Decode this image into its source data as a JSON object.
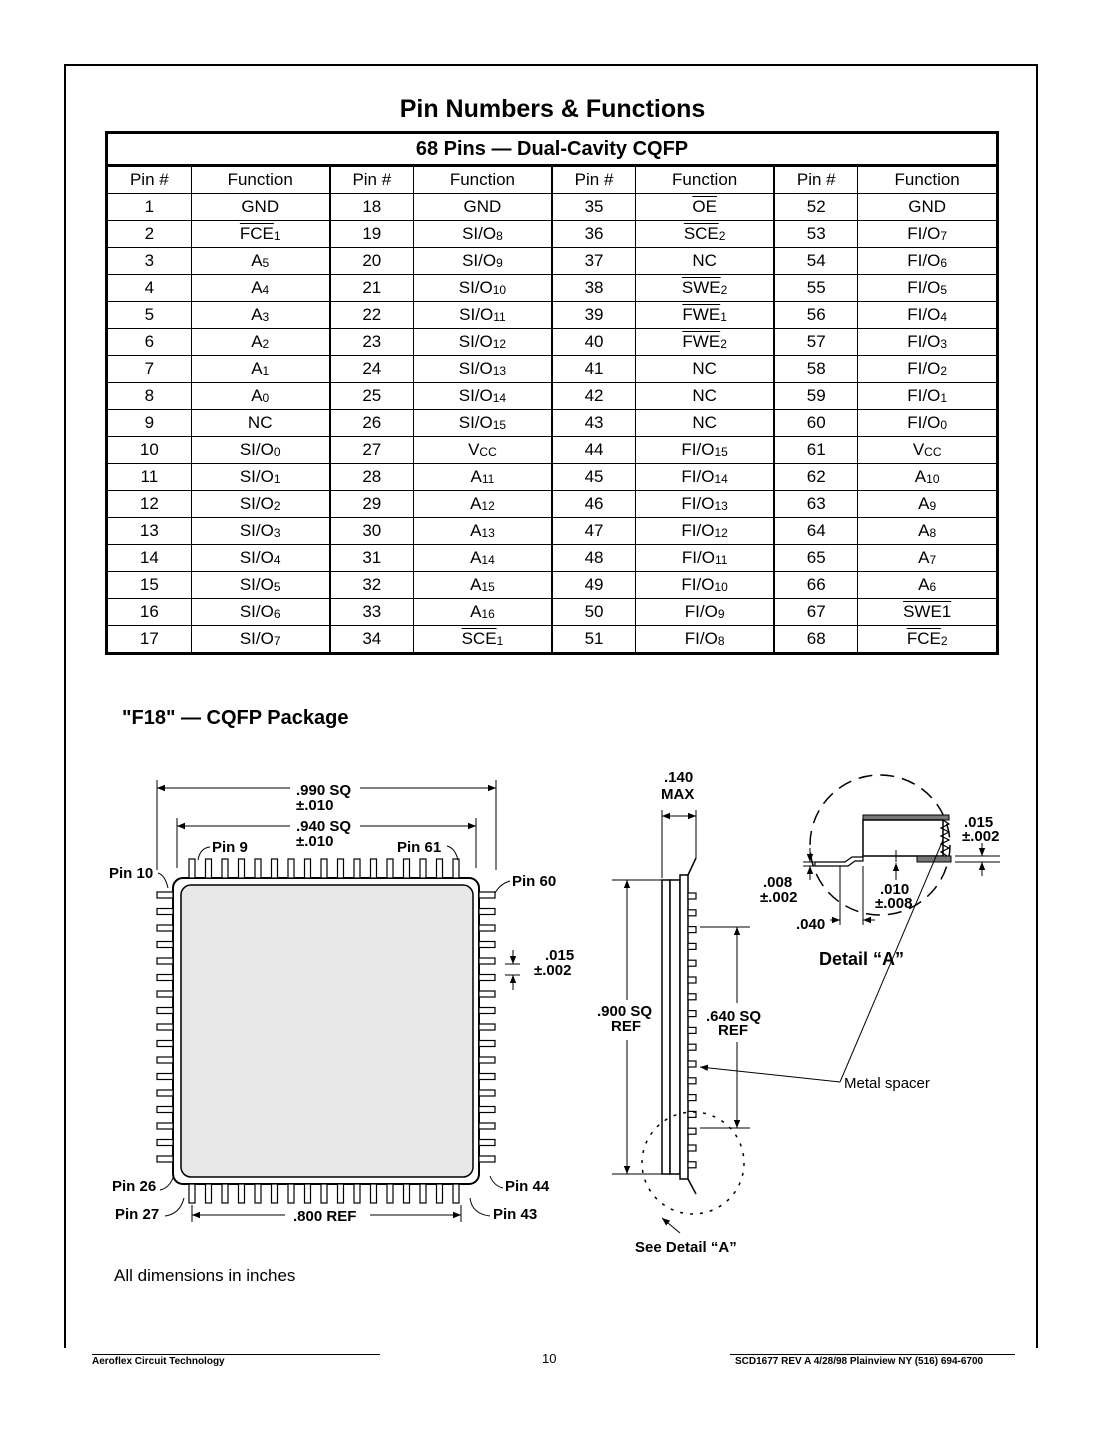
{
  "page_title": "Pin Numbers & Functions",
  "table": {
    "caption": "68 Pins — Dual-Cavity CQFP",
    "headers": [
      "Pin #",
      "Function",
      "Pin #",
      "Function",
      "Pin #",
      "Function",
      "Pin #",
      "Function"
    ],
    "rows": [
      [
        {
          "t": "1"
        },
        {
          "t": "GND"
        },
        {
          "t": "18"
        },
        {
          "t": "GND"
        },
        {
          "t": "35"
        },
        {
          "t": "OE",
          "o": true
        },
        {
          "t": "52"
        },
        {
          "t": "GND"
        }
      ],
      [
        {
          "t": "2"
        },
        {
          "t": "FCE",
          "o": true,
          "s": "1"
        },
        {
          "t": "19"
        },
        {
          "t": "SI/O",
          "s": "8"
        },
        {
          "t": "36"
        },
        {
          "t": "SCE",
          "o": true,
          "s": "2"
        },
        {
          "t": "53"
        },
        {
          "t": "FI/O",
          "s": "7"
        }
      ],
      [
        {
          "t": "3"
        },
        {
          "t": "A",
          "s": "5"
        },
        {
          "t": "20"
        },
        {
          "t": "SI/O",
          "s": "9"
        },
        {
          "t": "37"
        },
        {
          "t": "NC"
        },
        {
          "t": "54"
        },
        {
          "t": "FI/O",
          "s": "6"
        }
      ],
      [
        {
          "t": "4"
        },
        {
          "t": "A",
          "s": "4"
        },
        {
          "t": "21"
        },
        {
          "t": "SI/O",
          "s": "10"
        },
        {
          "t": "38"
        },
        {
          "t": "SWE",
          "o": true,
          "s": "2"
        },
        {
          "t": "55"
        },
        {
          "t": "FI/O",
          "s": "5"
        }
      ],
      [
        {
          "t": "5"
        },
        {
          "t": "A",
          "s": "3"
        },
        {
          "t": "22"
        },
        {
          "t": "SI/O",
          "s": "11"
        },
        {
          "t": "39"
        },
        {
          "t": "FWE",
          "o": true,
          "s": "1"
        },
        {
          "t": "56"
        },
        {
          "t": "FI/O",
          "s": "4"
        }
      ],
      [
        {
          "t": "6"
        },
        {
          "t": "A",
          "s": "2"
        },
        {
          "t": "23"
        },
        {
          "t": "SI/O",
          "s": "12"
        },
        {
          "t": "40"
        },
        {
          "t": "FWE",
          "o": true,
          "s": "2"
        },
        {
          "t": "57"
        },
        {
          "t": "FI/O",
          "s": "3"
        }
      ],
      [
        {
          "t": "7"
        },
        {
          "t": "A",
          "s": "1"
        },
        {
          "t": "24"
        },
        {
          "t": "SI/O",
          "s": "13"
        },
        {
          "t": "41"
        },
        {
          "t": "NC"
        },
        {
          "t": "58"
        },
        {
          "t": "FI/O",
          "s": "2"
        }
      ],
      [
        {
          "t": "8"
        },
        {
          "t": "A",
          "s": "0"
        },
        {
          "t": "25"
        },
        {
          "t": "SI/O",
          "s": "14"
        },
        {
          "t": "42"
        },
        {
          "t": "NC"
        },
        {
          "t": "59"
        },
        {
          "t": "FI/O",
          "s": "1"
        }
      ],
      [
        {
          "t": "9"
        },
        {
          "t": "NC"
        },
        {
          "t": "26"
        },
        {
          "t": "SI/O",
          "s": "15"
        },
        {
          "t": "43"
        },
        {
          "t": "NC"
        },
        {
          "t": "60"
        },
        {
          "t": "FI/O",
          "s": "0"
        }
      ],
      [
        {
          "t": "10"
        },
        {
          "t": "SI/O",
          "s": "0"
        },
        {
          "t": "27"
        },
        {
          "t": "V",
          "s": "CC"
        },
        {
          "t": "44"
        },
        {
          "t": "FI/O",
          "s": "15"
        },
        {
          "t": "61"
        },
        {
          "t": "V",
          "s": "CC"
        }
      ],
      [
        {
          "t": "11"
        },
        {
          "t": "SI/O",
          "s": "1"
        },
        {
          "t": "28"
        },
        {
          "t": "A",
          "s": "11"
        },
        {
          "t": "45"
        },
        {
          "t": "FI/O",
          "s": "14"
        },
        {
          "t": "62"
        },
        {
          "t": "A",
          "s": "10"
        }
      ],
      [
        {
          "t": "12"
        },
        {
          "t": "SI/O",
          "s": "2"
        },
        {
          "t": "29"
        },
        {
          "t": "A",
          "s": "12"
        },
        {
          "t": "46"
        },
        {
          "t": "FI/O",
          "s": "13"
        },
        {
          "t": "63"
        },
        {
          "t": "A",
          "s": "9"
        }
      ],
      [
        {
          "t": "13"
        },
        {
          "t": "SI/O",
          "s": "3"
        },
        {
          "t": "30"
        },
        {
          "t": "A",
          "s": "13"
        },
        {
          "t": "47"
        },
        {
          "t": "FI/O",
          "s": "12"
        },
        {
          "t": "64"
        },
        {
          "t": "A",
          "s": "8"
        }
      ],
      [
        {
          "t": "14"
        },
        {
          "t": "SI/O",
          "s": "4"
        },
        {
          "t": "31"
        },
        {
          "t": "A",
          "s": "14"
        },
        {
          "t": "48"
        },
        {
          "t": "FI/O",
          "s": "11"
        },
        {
          "t": "65"
        },
        {
          "t": "A",
          "s": "7"
        }
      ],
      [
        {
          "t": "15"
        },
        {
          "t": "SI/O",
          "s": "5"
        },
        {
          "t": "32"
        },
        {
          "t": "A",
          "s": "15"
        },
        {
          "t": "49"
        },
        {
          "t": "FI/O",
          "s": "10"
        },
        {
          "t": "66"
        },
        {
          "t": "A",
          "s": "6"
        }
      ],
      [
        {
          "t": "16"
        },
        {
          "t": "SI/O",
          "s": "6"
        },
        {
          "t": "33"
        },
        {
          "t": "A",
          "s": "16"
        },
        {
          "t": "50"
        },
        {
          "t": "FI/O",
          "s": "9"
        },
        {
          "t": "67"
        },
        {
          "t": "SWE1",
          "o": true
        }
      ],
      [
        {
          "t": "17"
        },
        {
          "t": "SI/O",
          "s": "7"
        },
        {
          "t": "34"
        },
        {
          "t": "SCE",
          "o": true,
          "s": "1"
        },
        {
          "t": "51"
        },
        {
          "t": "FI/O",
          "s": "8"
        },
        {
          "t": "68"
        },
        {
          "t": "FCE",
          "o": true,
          "s": "2"
        }
      ]
    ]
  },
  "package": {
    "title": "\"F18\" — CQFP Package",
    "top_view": {
      "dim_990_a": ".990 SQ",
      "dim_990_b": "±.010",
      "dim_940_a": ".940 SQ",
      "dim_940_b": "±.010",
      "pin9": "Pin 9",
      "pin61": "Pin 61",
      "pin10": "Pin 10",
      "pin60": "Pin 60",
      "lead_a": ".015",
      "lead_b": "±.002",
      "pin26": "Pin 26",
      "pin27": "Pin 27",
      "pin44": "Pin 44",
      "pin43": "Pin 43",
      "ref800": ".800 REF"
    },
    "side_view": {
      "max_a": ".140",
      "max_b": "MAX",
      "ref900_a": ".900 SQ",
      "ref900_b": "REF",
      "ref640_a": ".640 SQ",
      "ref640_b": "REF",
      "metal_spacer": "Metal spacer",
      "see_detail": "See Detail “A”"
    },
    "detail": {
      "d015_a": ".015",
      "d015_b": "±.002",
      "d008_a": ".008",
      "d008_b": "±.002",
      "d010_a": ".010",
      "d010_b": "±.008",
      "d040": ".040",
      "title": "Detail “A”"
    },
    "note": "All dimensions in inches"
  },
  "footer": {
    "left": "Aeroflex Circuit Technology",
    "page": "10",
    "right": "SCD1677 REV A  4/28/98   Plainview NY (516) 694-6700"
  }
}
